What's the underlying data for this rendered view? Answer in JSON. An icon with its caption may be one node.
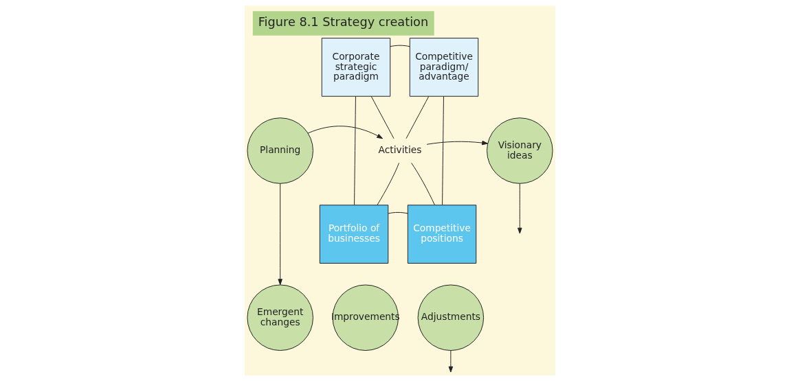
{
  "diagram": {
    "title": "Figure 8.1 Strategy creation",
    "nodes": [
      {
        "text": [
          "Corporate strategic paradigm"
        ]
      },
      {
        "text": [
          "Competitive paradigm/ advantage"
        ]
      },
      {
        "text": [
          "Planning"
        ]
      },
      {
        "text": [
          "Activities"
        ]
      },
      {
        "text": [
          "Visionary ideas"
        ]
      },
      {
        "text": [
          "Portfolio of businesses"
        ]
      },
      {
        "text": [
          "Competitive positions"
        ]
      },
      {
        "text": [
          "Emergent changes"
        ]
      },
      {
        "text": [
          "Improvements"
        ]
      },
      {
        "text": [
          "Adjustments"
        ]
      }
    ],
    "edges": [
      {
        "from": 0,
        "to": 1,
        "arrow": "none"
      },
      {
        "from": 0,
        "to": 5,
        "arrow": "none"
      },
      {
        "from": 1,
        "to": 6,
        "arrow": "none"
      },
      {
        "from": 5,
        "to": 6,
        "arrow": "none"
      },
      {
        "from": 0,
        "to": 3,
        "arrow": "none"
      },
      {
        "from": 1,
        "to": 3,
        "arrow": "none"
      },
      {
        "from": 5,
        "to": 3,
        "arrow": "none"
      },
      {
        "from": 6,
        "to": 3,
        "arrow": "none"
      },
      {
        "from": 2,
        "to": 3,
        "arrow": "to"
      },
      {
        "from": 3,
        "to": 4,
        "arrow": "to"
      },
      {
        "from": 4,
        "to": null,
        "arrow": "to"
      },
      {
        "from": 2,
        "to": 7,
        "arrow": "to"
      },
      {
        "from": 9,
        "to": null,
        "arrow": "to"
      }
    ]
  }
}
